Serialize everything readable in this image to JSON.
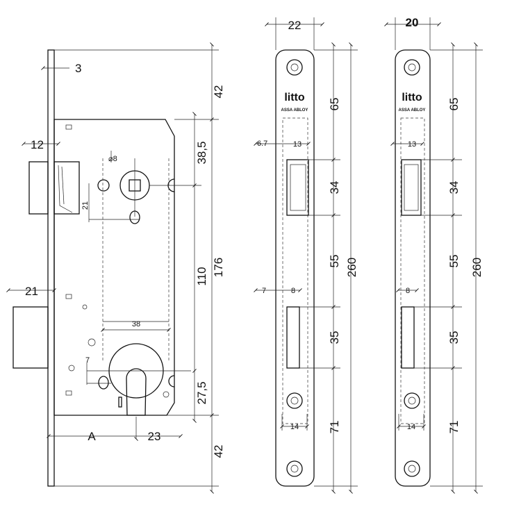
{
  "lock_body": {
    "dims": {
      "faceplate_thickness": "3",
      "latch_projection": "12",
      "bolt_projection": "21",
      "top_offset": "42",
      "follower_offset": "38,5",
      "follower_to_cylinder": "110",
      "body_height": "176",
      "cylinder_to_bottom": "27,5",
      "bottom_offset": "42",
      "backset": "A",
      "cylinder_half_width": "23",
      "follower_diameter": "⌀8",
      "follower_dim_21": "21",
      "inner_width": "38",
      "cylinder_dim_7": "7"
    }
  },
  "strike_plate_1": {
    "width": "22",
    "dim_6_7": "6.7",
    "dim_13": "13",
    "dim_7": "7",
    "dim_8": "8",
    "dim_14": "14",
    "dim_65": "65",
    "dim_34": "34",
    "dim_55": "55",
    "dim_35": "35",
    "dim_71": "71",
    "total": "260",
    "logo_text": "litto",
    "sublogo_text": "ASSA ABLOY"
  },
  "strike_plate_2": {
    "width": "20",
    "dim_13": "13",
    "dim_8": "8",
    "dim_14": "14",
    "dim_65": "65",
    "dim_34": "34",
    "dim_55": "55",
    "dim_35": "35",
    "dim_71": "71",
    "total": "260",
    "logo_text": "litto",
    "sublogo_text": "ASSA ABLOY"
  }
}
